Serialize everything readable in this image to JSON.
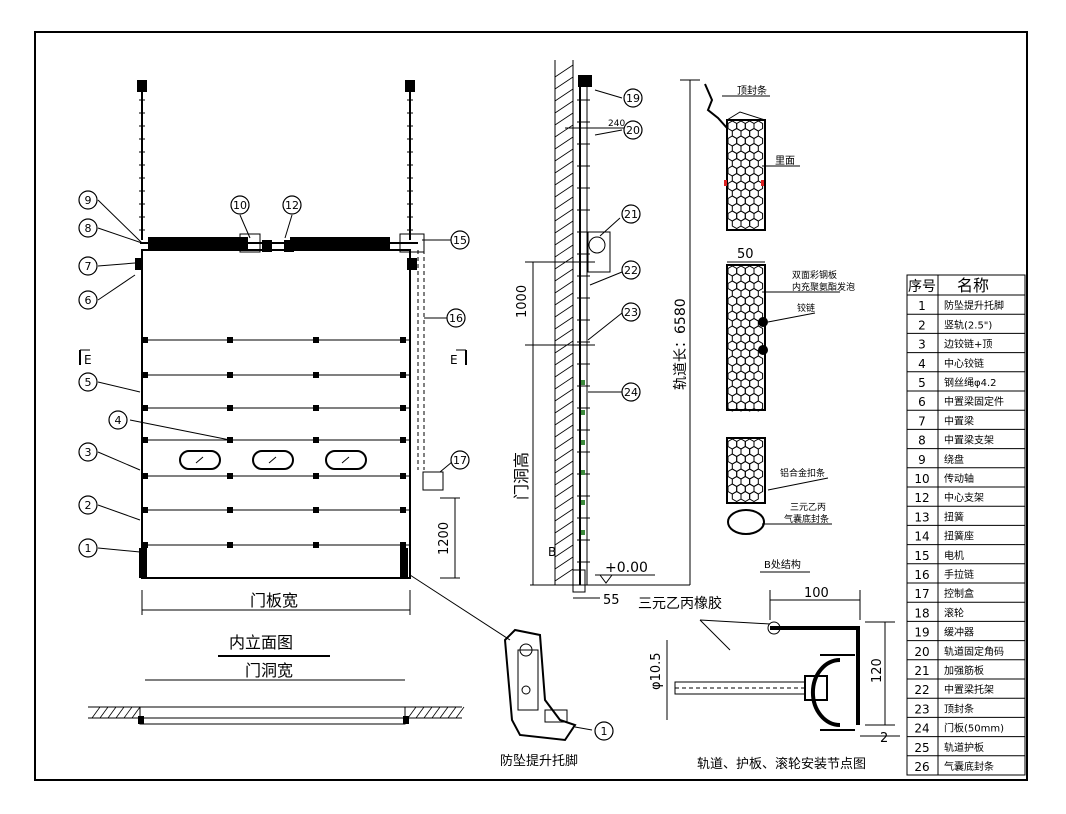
{
  "callouts": [
    "1",
    "2",
    "3",
    "4",
    "5",
    "6",
    "7",
    "8",
    "9",
    "10",
    "12",
    "15",
    "16",
    "17",
    "19",
    "20",
    "21",
    "22",
    "23",
    "24"
  ],
  "elevation": {
    "title": "内立面图",
    "door_panel_width": "门板宽",
    "door_opening_width": "门洞宽",
    "dim_1200": "1200",
    "section_mark": "E"
  },
  "side": {
    "dim_1000": "1000",
    "track_length": "轨道长：6580",
    "opening_height": "门洞高",
    "zero_level": "+0.00",
    "dim_55": "55",
    "dim_240": "240",
    "point_b": "B"
  },
  "detail_b": {
    "top_seal": "顶封条",
    "inner_face": "里面",
    "dim_50": "50",
    "panel_note1": "双面彩钢板",
    "panel_note2": "内充聚氨酯发泡",
    "hinge": "铰链",
    "alu_strip": "铝合金扣条",
    "epdm_seal1": "三元乙丙",
    "epdm_seal2": "气囊底封条",
    "title": "B处结构"
  },
  "detail_track": {
    "rubber": "三元乙丙橡胶",
    "dim_100": "100",
    "dim_phi": "φ10.5",
    "dim_120": "120",
    "dim_2": "2",
    "title": "轨道、护板、滚轮安装节点图"
  },
  "bracket": {
    "title": "防坠提升托脚"
  },
  "parts_table": {
    "header_no": "序号",
    "header_name": "名称",
    "rows": [
      {
        "no": "1",
        "name": "防坠提升托脚"
      },
      {
        "no": "2",
        "name": "竖轨(2.5\")"
      },
      {
        "no": "3",
        "name": "边铰链+顶"
      },
      {
        "no": "4",
        "name": "中心铰链"
      },
      {
        "no": "5",
        "name": "钢丝绳φ4.2"
      },
      {
        "no": "6",
        "name": "中置梁固定件"
      },
      {
        "no": "7",
        "name": "中置梁"
      },
      {
        "no": "8",
        "name": "中置梁支架"
      },
      {
        "no": "9",
        "name": "绕盘"
      },
      {
        "no": "10",
        "name": "传动轴"
      },
      {
        "no": "12",
        "name": "中心支架"
      },
      {
        "no": "13",
        "name": "扭簧"
      },
      {
        "no": "14",
        "name": "扭簧座"
      },
      {
        "no": "15",
        "name": "电机"
      },
      {
        "no": "16",
        "name": "手拉链"
      },
      {
        "no": "17",
        "name": "控制盒"
      },
      {
        "no": "18",
        "name": "滚轮"
      },
      {
        "no": "19",
        "name": "缓冲器"
      },
      {
        "no": "20",
        "name": "轨道固定角码"
      },
      {
        "no": "21",
        "name": "加强筋板"
      },
      {
        "no": "22",
        "name": "中置梁托架"
      },
      {
        "no": "23",
        "name": "顶封条"
      },
      {
        "no": "24",
        "name": "门板(50mm)"
      },
      {
        "no": "25",
        "name": "轨道护板"
      },
      {
        "no": "26",
        "name": "气囊底封条"
      }
    ]
  }
}
